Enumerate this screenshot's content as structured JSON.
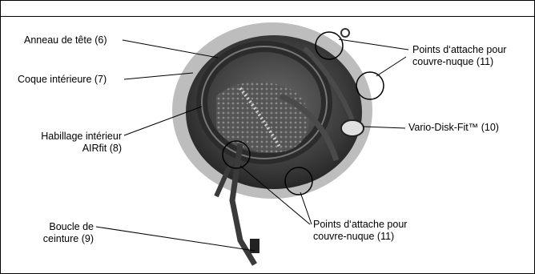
{
  "labels": {
    "head_ring": "Anneau de tête (6)",
    "inner_shell": "Coque intérieure (7)",
    "airfit_line1": "Habillage intérieur",
    "airfit_line2": "AIRfit (8)",
    "buckle_line1": "Boucle de",
    "buckle_line2": "ceinture (9)",
    "attach_top_line1": "Points d‘attache pour",
    "attach_top_line2": "couvre-nuque (11)",
    "vario": "Vario-Disk-Fit™ (10)",
    "attach_bottom_line1": "Points d‘attache pour",
    "attach_bottom_line2": "couvre-nuque (11)"
  }
}
